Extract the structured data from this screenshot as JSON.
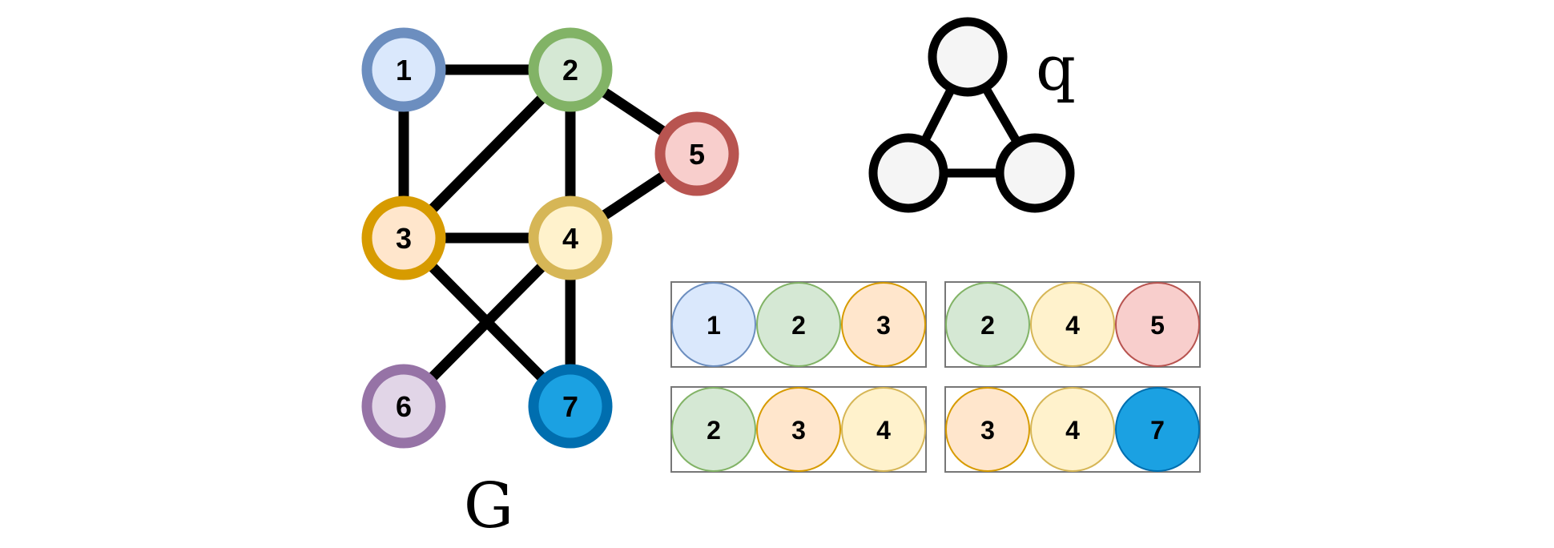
{
  "graph_G": {
    "name": "G",
    "nodes": [
      {
        "id": "1",
        "label": "1",
        "fill": "#dae8fc",
        "stroke": "#6c8ebf"
      },
      {
        "id": "2",
        "label": "2",
        "fill": "#d5e8d4",
        "stroke": "#82b366"
      },
      {
        "id": "3",
        "label": "3",
        "fill": "#ffe6cc",
        "stroke": "#d79b00"
      },
      {
        "id": "4",
        "label": "4",
        "fill": "#fff2cc",
        "stroke": "#d6b656"
      },
      {
        "id": "5",
        "label": "5",
        "fill": "#f8cecc",
        "stroke": "#b85450"
      },
      {
        "id": "6",
        "label": "6",
        "fill": "#e1d5e7",
        "stroke": "#9673a6"
      },
      {
        "id": "7",
        "label": "7",
        "fill": "#1ba1e2",
        "stroke": "#006eaf"
      }
    ],
    "edges": [
      [
        "1",
        "2"
      ],
      [
        "1",
        "3"
      ],
      [
        "2",
        "3"
      ],
      [
        "2",
        "4"
      ],
      [
        "2",
        "5"
      ],
      [
        "3",
        "4"
      ],
      [
        "3",
        "7"
      ],
      [
        "4",
        "5"
      ],
      [
        "4",
        "6"
      ],
      [
        "4",
        "7"
      ]
    ]
  },
  "graph_q": {
    "name": "q",
    "node_fill": "#f5f5f5",
    "node_stroke": "#000000",
    "edges": [
      [
        "top",
        "left"
      ],
      [
        "top",
        "right"
      ],
      [
        "left",
        "right"
      ]
    ]
  },
  "matches": [
    [
      "1",
      "2",
      "3"
    ],
    [
      "2",
      "4",
      "5"
    ],
    [
      "2",
      "3",
      "4"
    ],
    [
      "3",
      "4",
      "7"
    ]
  ],
  "colors": {
    "edge": "#000000",
    "box_border": "#777777"
  }
}
